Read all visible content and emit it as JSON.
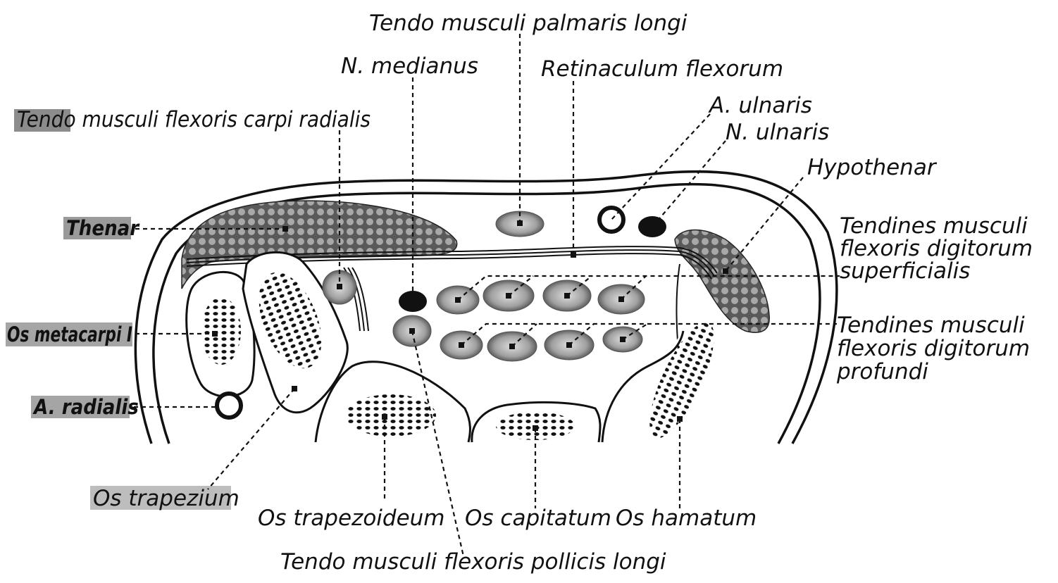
{
  "labels": {
    "tendo_palmaris_longi": "Tendo musculi palmaris longi",
    "n_medianus": "N. medianus",
    "retinaculum": "Retinaculum flexorum",
    "a_ulnaris": "A. ulnaris",
    "n_ulnaris": "N. ulnaris",
    "tendo_fcr": "Tendo musculi flexoris carpi radialis",
    "hypothenar": "Hypothenar",
    "thenar": "Thenar",
    "tfds_line1": "Tendines musculi",
    "tfds_line2": "flexoris digitorum",
    "tfds_line3": "superficialis",
    "os_metacarpi": "Os metacarpi I",
    "tfdp_line1": "Tendines musculi",
    "tfdp_line2": "flexoris digitorum",
    "tfdp_line3": "profundi",
    "a_radialis": "A. radialis",
    "os_trapezium": "Os trapezium",
    "os_trapezoideum": "Os trapezoideum",
    "os_capitatum": "Os capitatum",
    "os_hamatum": "Os hamatum",
    "tendo_fpl": "Tendo musculi flexoris pollicis longi"
  }
}
